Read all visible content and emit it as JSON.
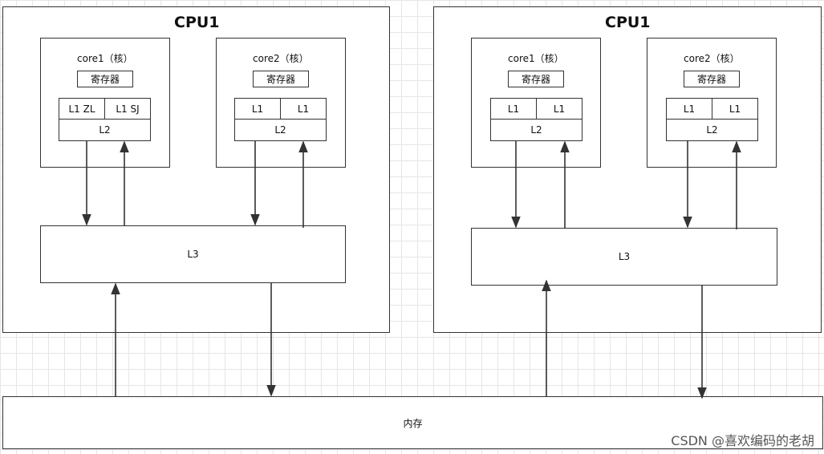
{
  "cpus": [
    {
      "title": "CPU1",
      "cores": [
        {
          "title": "core1（核）",
          "register": "寄存器",
          "l1a": "L1 ZL",
          "l1b": "L1 SJ",
          "l2": "L2"
        },
        {
          "title": "core2（核）",
          "register": "寄存器",
          "l1a": "L1",
          "l1b": "L1",
          "l2": "L2"
        }
      ],
      "l3": "L3"
    },
    {
      "title": "CPU1",
      "cores": [
        {
          "title": "core1（核）",
          "register": "寄存器",
          "l1a": "L1",
          "l1b": "L1",
          "l2": "L2"
        },
        {
          "title": "core2（核）",
          "register": "寄存器",
          "l1a": "L1",
          "l1b": "L1",
          "l2": "L2"
        }
      ],
      "l3": "L3"
    }
  ],
  "memory": {
    "label": "内存"
  },
  "watermark": "CSDN @喜欢编码的老胡",
  "colors": {
    "line": "#333333",
    "grid": "#e6e6e6",
    "background": "#ffffff"
  }
}
